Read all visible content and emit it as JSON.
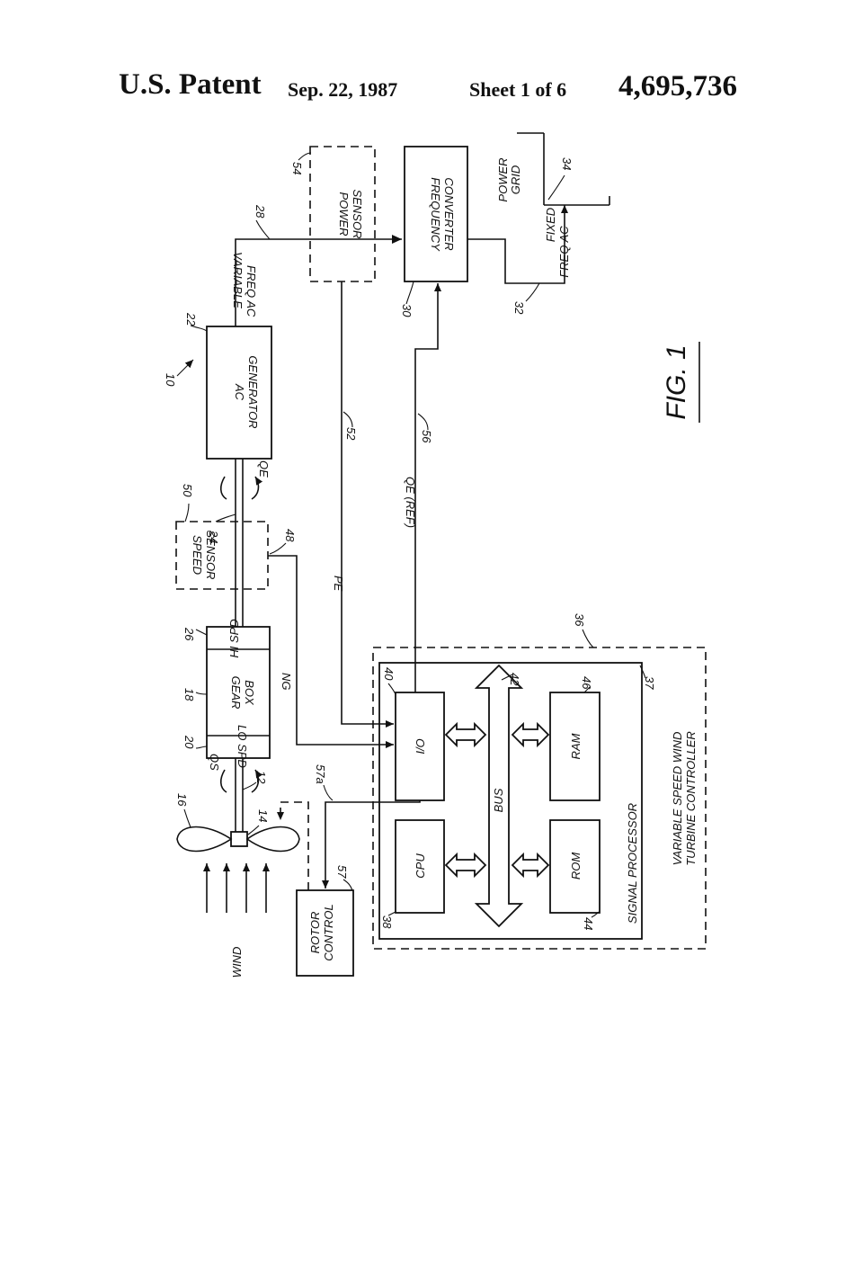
{
  "header": {
    "patent": "U.S. Patent",
    "date": "Sep. 22, 1987",
    "sheet": "Sheet 1 of 6",
    "number": "4,695,736"
  },
  "figure": {
    "label": "FIG. 1",
    "blocks": {
      "power_sensor": [
        "POWER",
        "SENSOR"
      ],
      "frequency_converter": [
        "FREQUENCY",
        "CONVERTER"
      ],
      "ac_generator": [
        "AC",
        "GENERATOR"
      ],
      "speed_sensor": [
        "SPEED",
        "SENSOR"
      ],
      "gear_box": [
        "GEAR",
        "BOX"
      ],
      "hi_spd": "HI SPD",
      "lo_spd": "LO SPD",
      "io": "I/O",
      "cpu": "CPU",
      "ram": "RAM",
      "rom": "ROM",
      "bus": "BUS",
      "rotor_control": [
        "ROTOR",
        "CONTROL"
      ],
      "signal_processor": "SIGNAL PROCESSOR",
      "controller": [
        "VARIABLE SPEED WIND",
        "TURBINE CONTROLLER"
      ]
    },
    "labels": {
      "variable_freq_ac": [
        "VARIABLE",
        "FREQ AC"
      ],
      "fixed_freq_ac": [
        "FIXED",
        "FREQ AC"
      ],
      "power_grid": [
        "POWER",
        "GRID"
      ],
      "wind": "WIND",
      "pe": "PE",
      "qe_ref": "QE (REF)",
      "ng": "NG",
      "qe": "QE",
      "qs": "QS"
    },
    "refs": {
      "r10": "10",
      "r12": "12",
      "r14": "14",
      "r16": "16",
      "r18": "18",
      "r20": "20",
      "r22": "22",
      "r24": "24",
      "r26": "26",
      "r28": "28",
      "r30": "30",
      "r32": "32",
      "r34": "34",
      "r36": "36",
      "r37": "37",
      "r38": "38",
      "r40": "40",
      "r42": "42",
      "r44": "44",
      "r46": "46",
      "r48": "48",
      "r50": "50",
      "r52": "52",
      "r54": "54",
      "r56": "56",
      "r57": "57",
      "r57a": "57a"
    }
  }
}
